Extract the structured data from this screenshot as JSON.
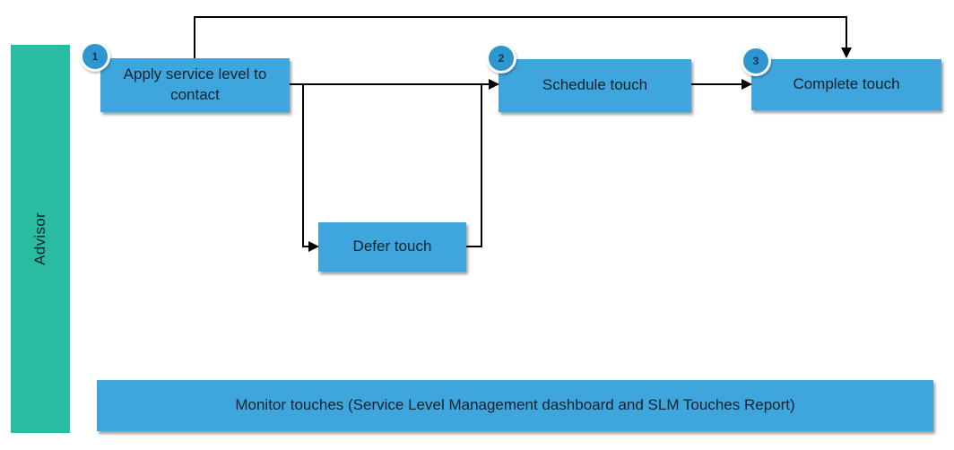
{
  "diagram": {
    "lane": {
      "label": "Advisor"
    },
    "nodes": [
      {
        "id": "apply-service-level",
        "badge": "1",
        "label": "Apply service level to contact"
      },
      {
        "id": "schedule-touch",
        "badge": "2",
        "label": "Schedule touch"
      },
      {
        "id": "complete-touch",
        "badge": "3",
        "label": "Complete touch"
      },
      {
        "id": "defer-touch",
        "label": "Defer touch"
      },
      {
        "id": "monitor-touches",
        "label": "Monitor touches (Service Level Management dashboard and SLM Touches Report)"
      }
    ],
    "edges": [
      {
        "from": "apply-service-level",
        "to": "complete-touch",
        "route": "over-the-top"
      },
      {
        "from": "apply-service-level",
        "to": "schedule-touch"
      },
      {
        "from": "apply-service-level",
        "to": "defer-touch"
      },
      {
        "from": "defer-touch",
        "to": "schedule-touch"
      },
      {
        "from": "schedule-touch",
        "to": "complete-touch"
      }
    ]
  },
  "colors": {
    "background": "#ffffff",
    "lane_fill": "#2abca0",
    "node_fill": "#3ea6dc",
    "badge_fill": "#2f97d0",
    "badge_ring": "#ffffff",
    "text": "#10222e",
    "line": "#000000"
  }
}
